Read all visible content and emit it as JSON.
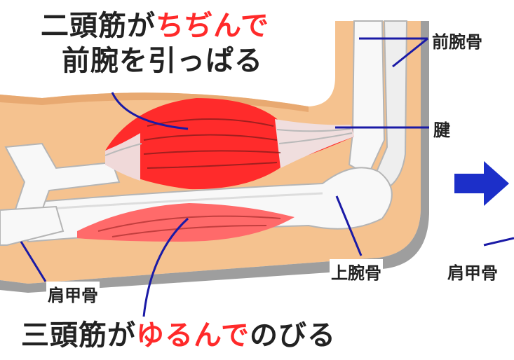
{
  "captions": {
    "top": {
      "part1": "二頭筋が",
      "part2": "ちぢんで"
    },
    "top_line2": "前腕を引っぱる",
    "bottom": {
      "part1": "三頭筋が",
      "part2": "ゆるんで",
      "part3": "のびる"
    }
  },
  "labels": {
    "forearm_bone": "前腕骨",
    "tendon": "腱",
    "humerus": "上腕骨",
    "scapula": "肩甲骨",
    "scapula_cut": "肩甲骨"
  },
  "colors": {
    "skin": "#f5c28f",
    "skin_shadow": "#9e9e9e",
    "bone": "#f8f8f8",
    "muscle_red": "#ff2b2b",
    "muscle_light": "#ff6a6a",
    "pointer_line": "#1a1aa6",
    "arrow": "#1c2fc9"
  }
}
